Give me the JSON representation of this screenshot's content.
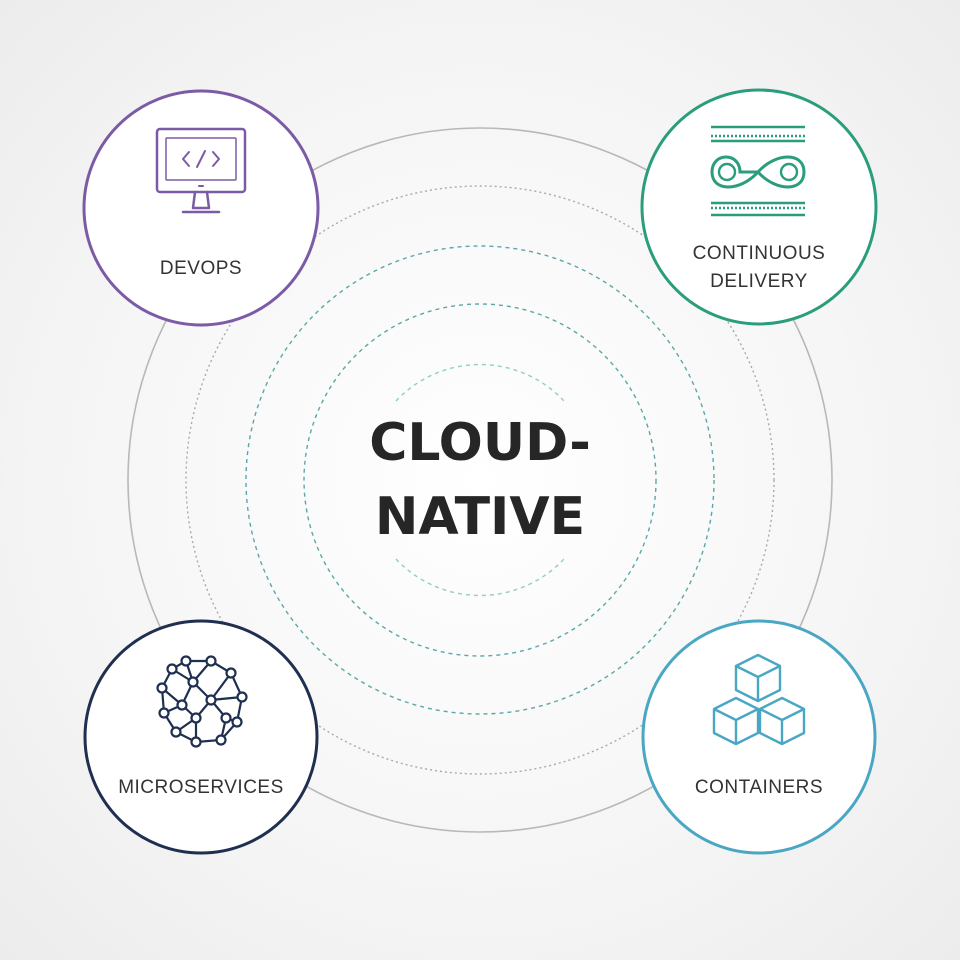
{
  "diagram": {
    "center": {
      "line1": "CLOUD-",
      "line2": "NATIVE"
    },
    "nodes": [
      {
        "id": "devops",
        "label_lines": [
          "DEVOPS"
        ],
        "icon": "monitor-code-icon",
        "color": "#7b5ba6"
      },
      {
        "id": "continuous-delivery",
        "label_lines": [
          "CONTINUOUS",
          "DELIVERY"
        ],
        "icon": "infinity-pipeline-icon",
        "color": "#2a9d7c"
      },
      {
        "id": "microservices",
        "label_lines": [
          "MICROSERVICES"
        ],
        "icon": "network-mesh-icon",
        "color": "#1f2f4f"
      },
      {
        "id": "containers",
        "label_lines": [
          "CONTAINERS"
        ],
        "icon": "stacked-cubes-icon",
        "color": "#4aa7c4"
      }
    ],
    "ring_colors": {
      "outer": "#b8b8b8",
      "middle": "#a9a9a9",
      "inner_dashed": "#5ba7a8",
      "innermost_dashed": "#8ecfc2"
    }
  }
}
